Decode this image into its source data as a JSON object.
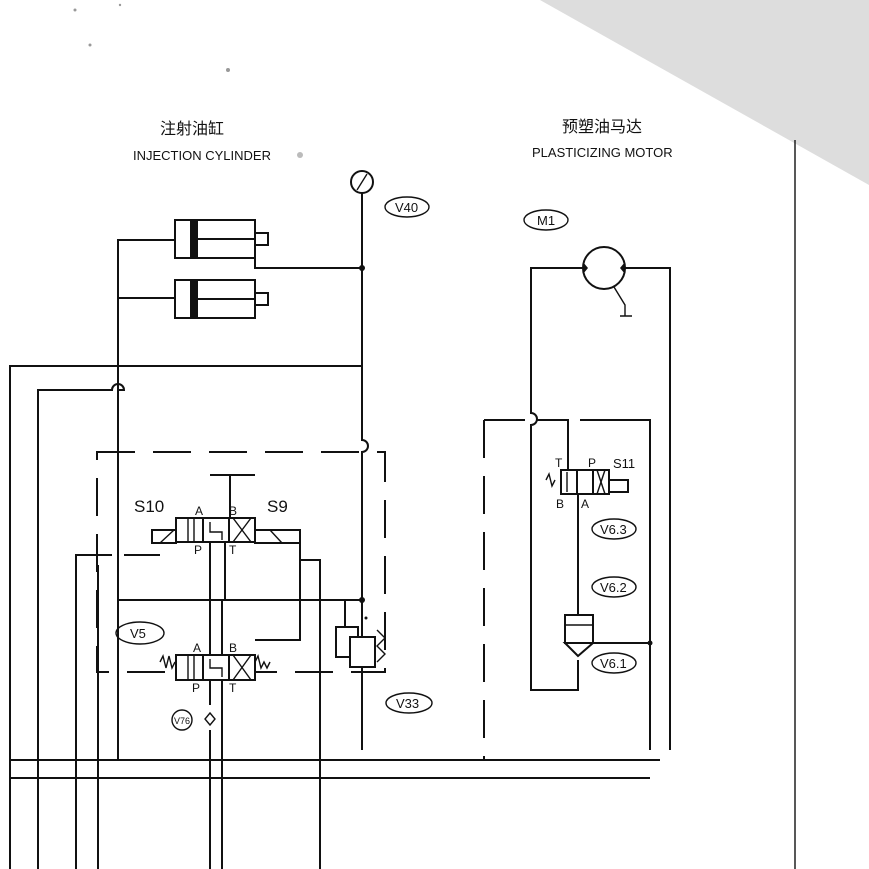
{
  "injection_title_cn": "注射油缸",
  "injection_title_en": "INJECTION CYLINDER",
  "motor_title_cn": "预塑油马达",
  "motor_title_en": "PLASTICIZING MOTOR",
  "labels": {
    "v40": "V40",
    "m1": "M1",
    "s10": "S10",
    "s9": "S9",
    "v5": "V5",
    "v76": "V76",
    "v33": "V33",
    "s11": "S11",
    "v63": "V6.3",
    "v62": "V6.2",
    "v61": "V6.1"
  },
  "ports": {
    "a": "A",
    "b": "B",
    "p": "P",
    "t": "T"
  }
}
